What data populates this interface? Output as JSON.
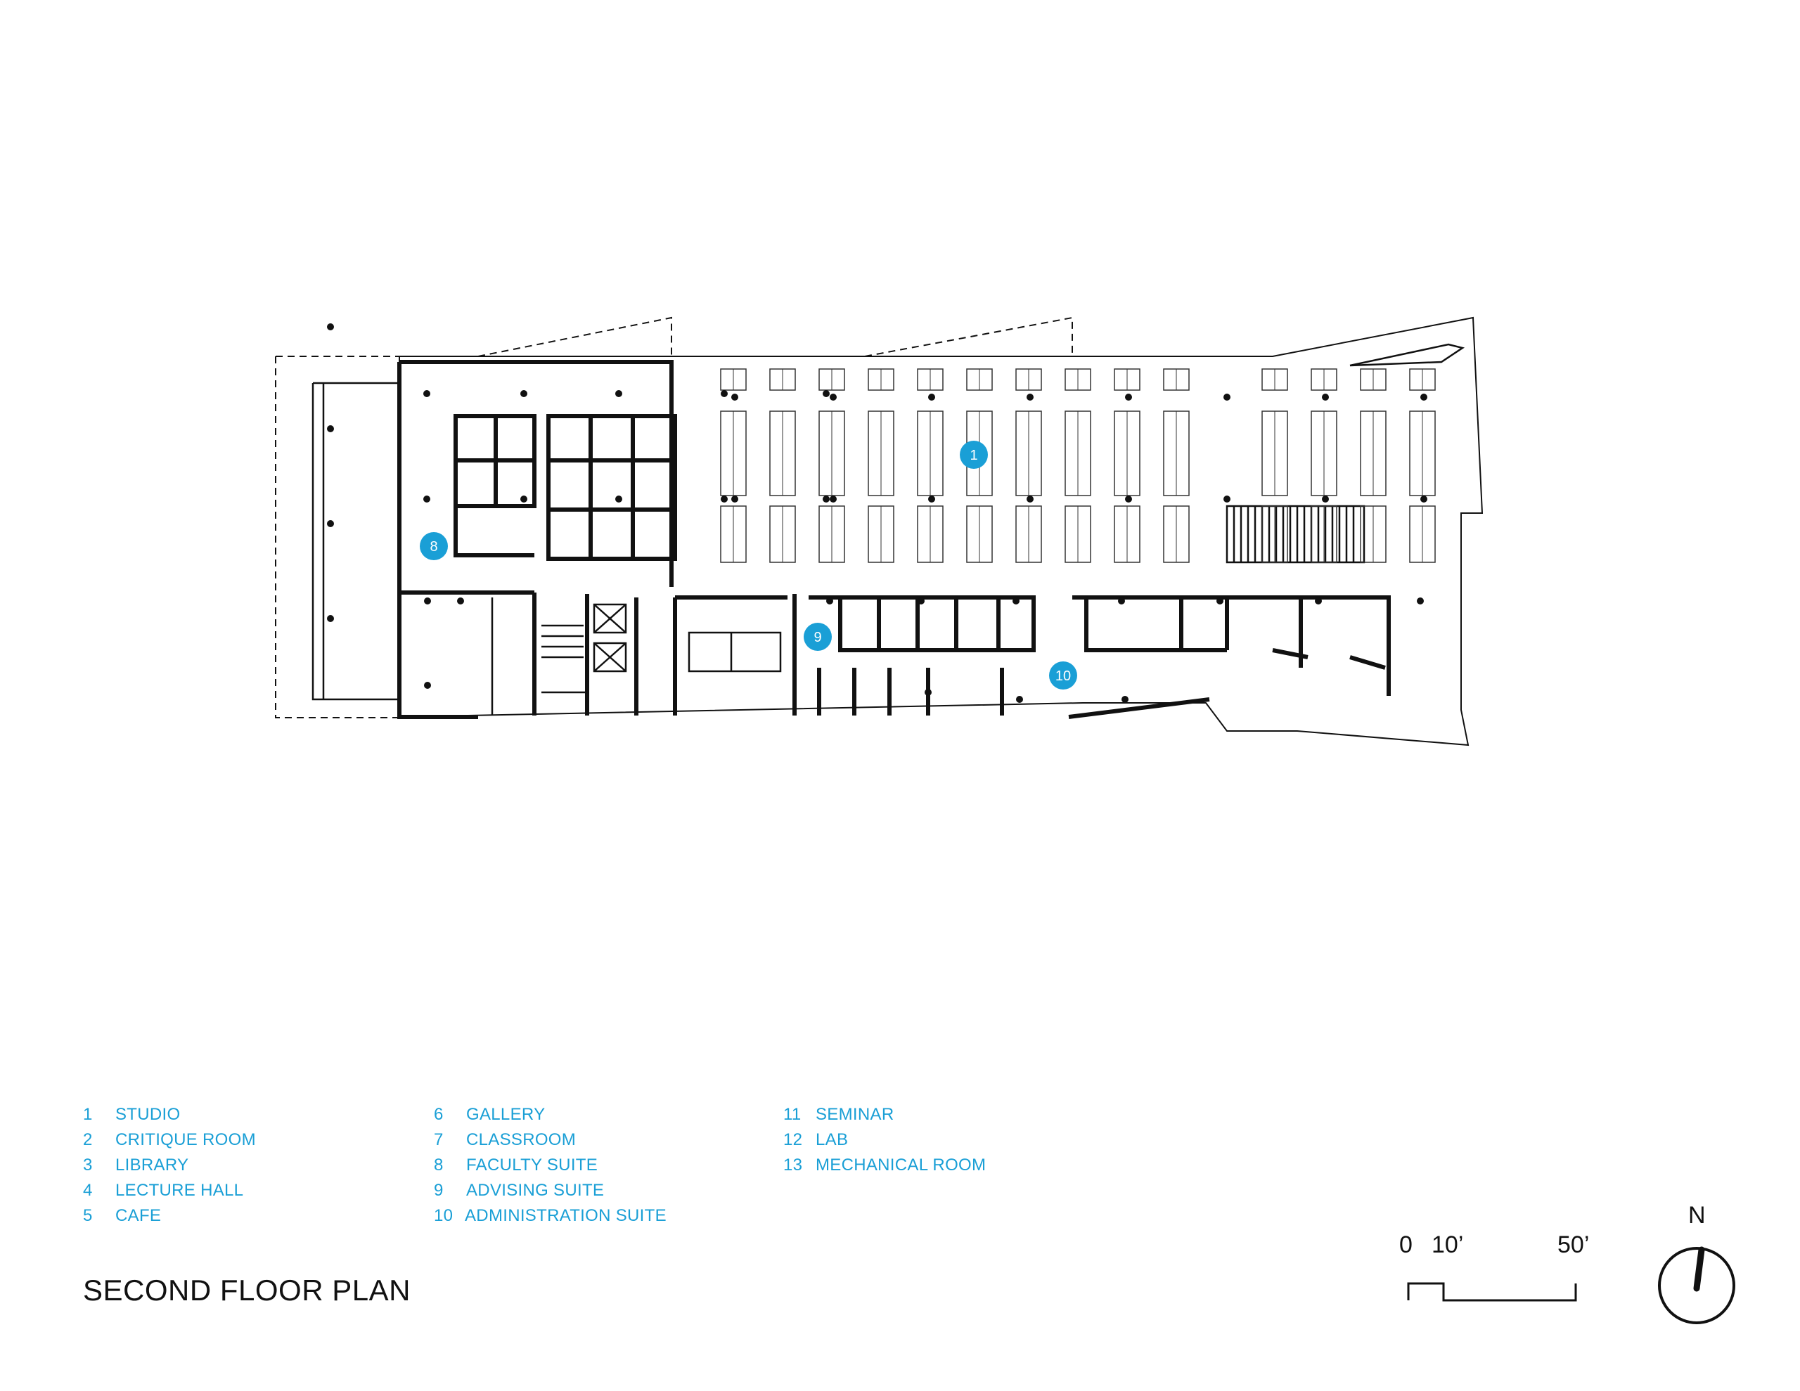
{
  "title": "SECOND FLOOR PLAN",
  "legend": {
    "col1": [
      {
        "num": "1",
        "label": "STUDIO"
      },
      {
        "num": "2",
        "label": "CRITIQUE ROOM"
      },
      {
        "num": "3",
        "label": "LIBRARY"
      },
      {
        "num": "4",
        "label": "LECTURE HALL"
      },
      {
        "num": "5",
        "label": "CAFE"
      }
    ],
    "col2": [
      {
        "num": "6",
        "label": "GALLERY"
      },
      {
        "num": "7",
        "label": "CLASSROOM"
      },
      {
        "num": "8",
        "label": "FACULTY SUITE"
      },
      {
        "num": "9",
        "label": "ADVISING SUITE"
      },
      {
        "num": "10",
        "label": "ADMINISTRATION SUITE"
      }
    ],
    "col3": [
      {
        "num": "11",
        "label": "SEMINAR"
      },
      {
        "num": "12",
        "label": "LAB"
      },
      {
        "num": "13",
        "label": "MECHANICAL ROOM"
      }
    ]
  },
  "markers": [
    "1",
    "8",
    "9",
    "10"
  ],
  "scale": {
    "zero": "0",
    "ten": "10’",
    "fifty": "50’"
  },
  "north": "N",
  "colors": {
    "accent": "#1a9fd6",
    "ink": "#111111"
  }
}
